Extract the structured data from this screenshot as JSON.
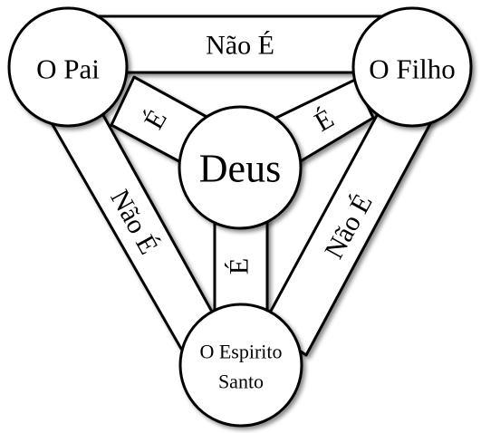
{
  "nodes": {
    "father": "O Pai",
    "son": "O Filho",
    "god": "Deus",
    "spirit_line1": "O Espirito",
    "spirit_line2": "Santo"
  },
  "relations": {
    "father_son": "Não É",
    "father_spirit": "Não É",
    "son_spirit": "Não É",
    "father_god": "É",
    "son_god": "É",
    "spirit_god": "É"
  }
}
